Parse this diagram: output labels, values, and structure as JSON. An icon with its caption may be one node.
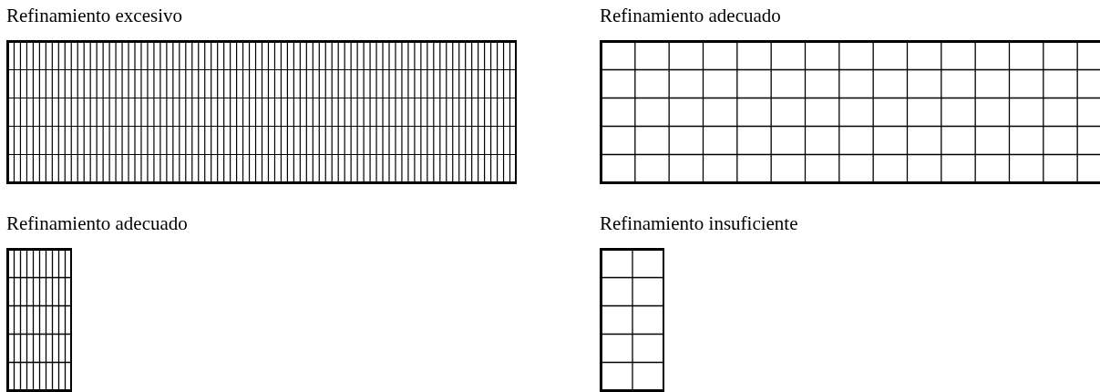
{
  "diagram": {
    "nodes": [
      {
        "text": [
          "Refinamiento excesivo"
        ]
      },
      {
        "text": [
          "Refinamiento adecuado"
        ]
      },
      {
        "text": [
          "Refinamiento adecuado"
        ]
      },
      {
        "text": [
          "Refinamiento insuficiente"
        ]
      }
    ]
  }
}
